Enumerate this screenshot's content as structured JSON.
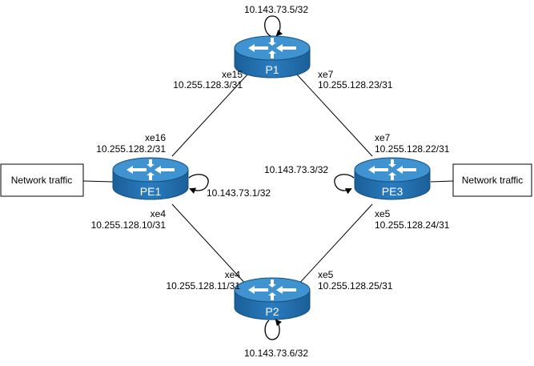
{
  "diagram": {
    "type": "network-topology",
    "routers": {
      "p1": {
        "name": "P1",
        "loopback": "10.143.73.5/32"
      },
      "pe1": {
        "name": "PE1",
        "loopback": "10.143.73.1/32"
      },
      "pe3": {
        "name": "PE3",
        "loopback": "10.143.73.3/32"
      },
      "p2": {
        "name": "P2",
        "loopback": "10.143.73.6/32"
      }
    },
    "traffic": {
      "left": "Network traffic",
      "right": "Network traffic"
    },
    "links": {
      "p1_pe1": {
        "p1_if": "xe15",
        "p1_ip": "10.255.128.3/31",
        "pe1_if": "xe16",
        "pe1_ip": "10.255.128.2/31"
      },
      "p1_pe3": {
        "p1_if": "xe7",
        "p1_ip": "10.255.128.23/31",
        "pe3_if": "xe7",
        "pe3_ip": "10.255.128.22/31"
      },
      "pe1_p2": {
        "pe1_if": "xe4",
        "pe1_ip": "10.255.128.10/31",
        "p2_if": "xe4",
        "p2_ip": "10.255.128.11/31"
      },
      "pe3_p2": {
        "pe3_if": "xe5",
        "pe3_ip": "10.255.128.24/31",
        "p2_if": "xe5",
        "p2_ip": "10.255.128.25/31"
      }
    },
    "colors": {
      "router_top": "#3c8dc9",
      "router_side": "#1f6aa8",
      "router_edge": "#15507f",
      "line": "#000000"
    }
  }
}
